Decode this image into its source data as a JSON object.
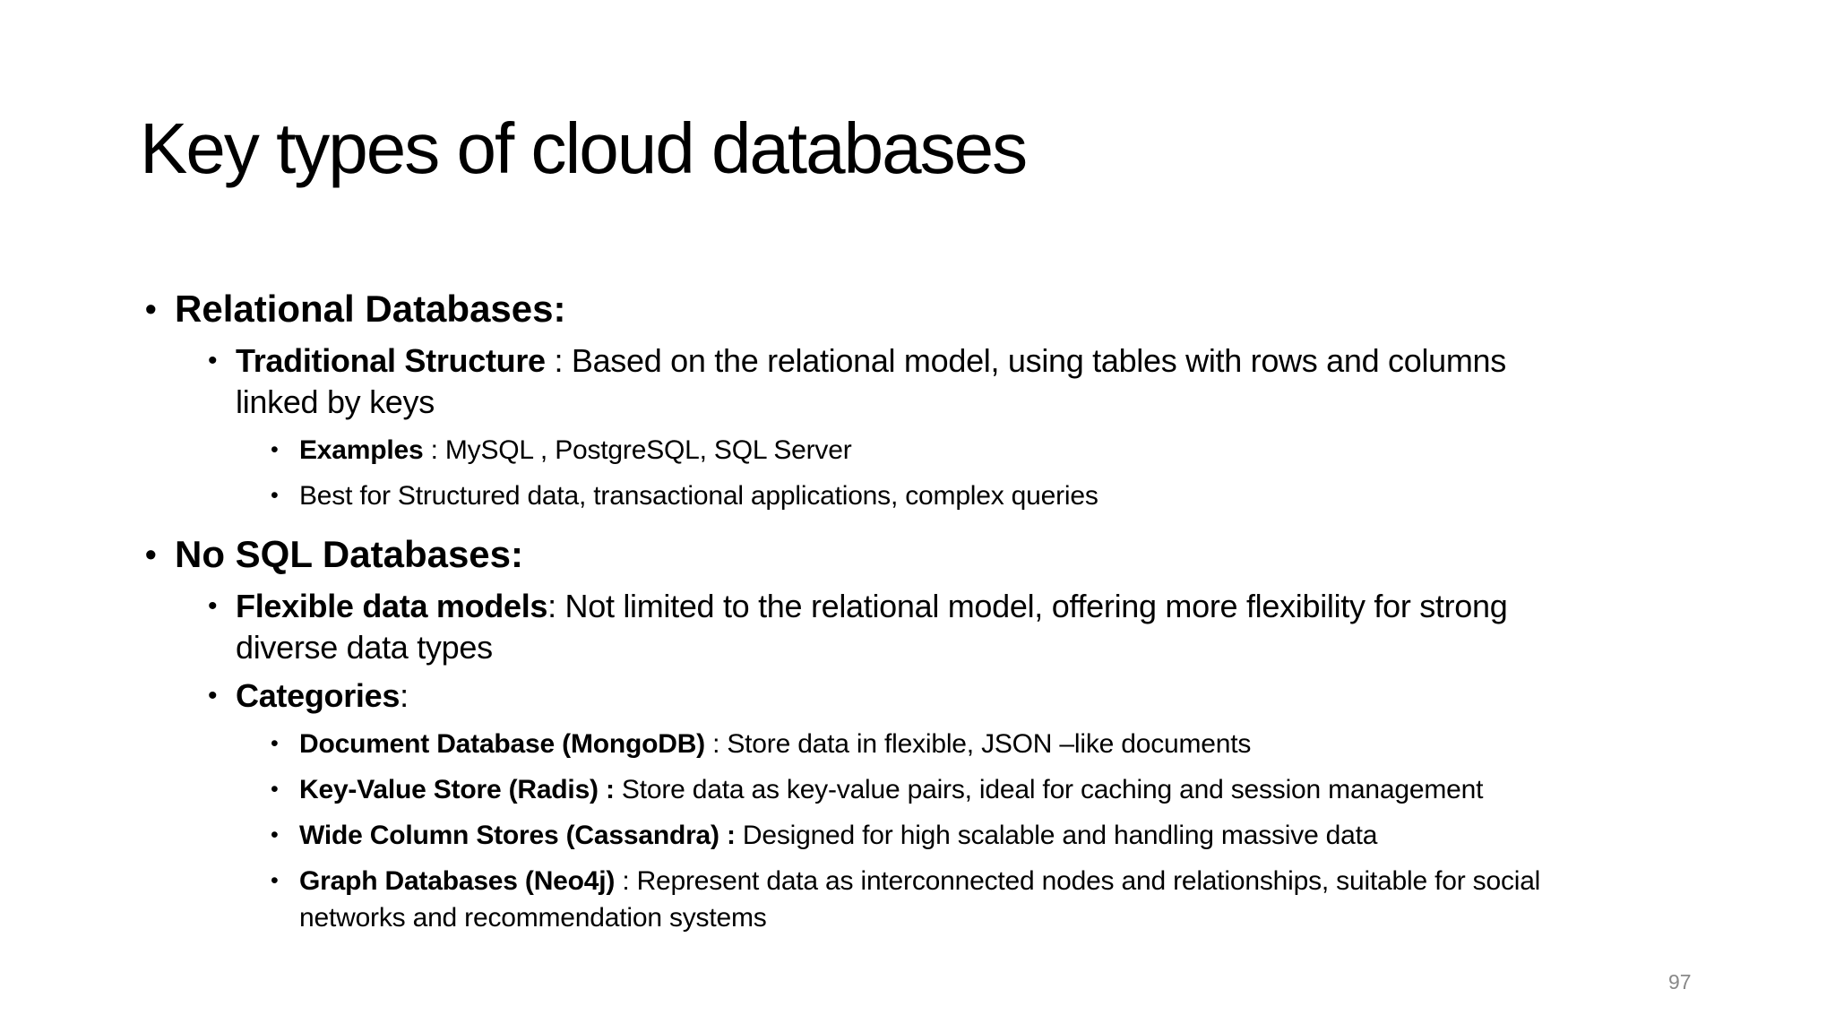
{
  "slide": {
    "title": "Key types of cloud databases",
    "page_number": "97",
    "background_color": "#ffffff",
    "text_color": "#000000",
    "page_number_color": "#898989",
    "bullet_char": "•"
  },
  "content": {
    "bullets": [
      {
        "level": 1,
        "bold": "Relational Databases:",
        "rest": "",
        "line2": ""
      },
      {
        "level": 2,
        "bold": "Traditional Structure ",
        "rest": ": Based on the relational model, using tables with rows and columns",
        "line2": "linked by keys"
      },
      {
        "level": 3,
        "bold": "Examples ",
        "rest": ": MySQL , PostgreSQL, SQL Server",
        "line2": ""
      },
      {
        "level": 3,
        "bold": "",
        "rest": "Best for Structured data, transactional applications, complex queries",
        "line2": ""
      },
      {
        "level": 1,
        "bold": "No SQL Databases:",
        "rest": "",
        "line2": ""
      },
      {
        "level": 2,
        "bold": "Flexible data models",
        "rest": ": Not limited to the relational model, offering more flexibility for strong",
        "line2": "diverse data types"
      },
      {
        "level": 2,
        "bold": "Categories",
        "rest": ":",
        "line2": ""
      },
      {
        "level": 3,
        "bold": "Document Database (MongoDB) ",
        "rest": ": Store data in flexible, JSON –like documents",
        "line2": ""
      },
      {
        "level": 3,
        "bold": "Key-Value Store (Radis) : ",
        "rest": "Store data as key-value pairs, ideal for caching and session management",
        "line2": ""
      },
      {
        "level": 3,
        "bold": "Wide Column Stores (Cassandra) : ",
        "rest": "Designed for high scalable and handling massive data",
        "line2": ""
      },
      {
        "level": 3,
        "bold": "Graph Databases (Neo4j) ",
        "rest": ": Represent data as interconnected nodes and relationships, suitable for social",
        "line2": "networks and recommendation systems"
      }
    ]
  }
}
